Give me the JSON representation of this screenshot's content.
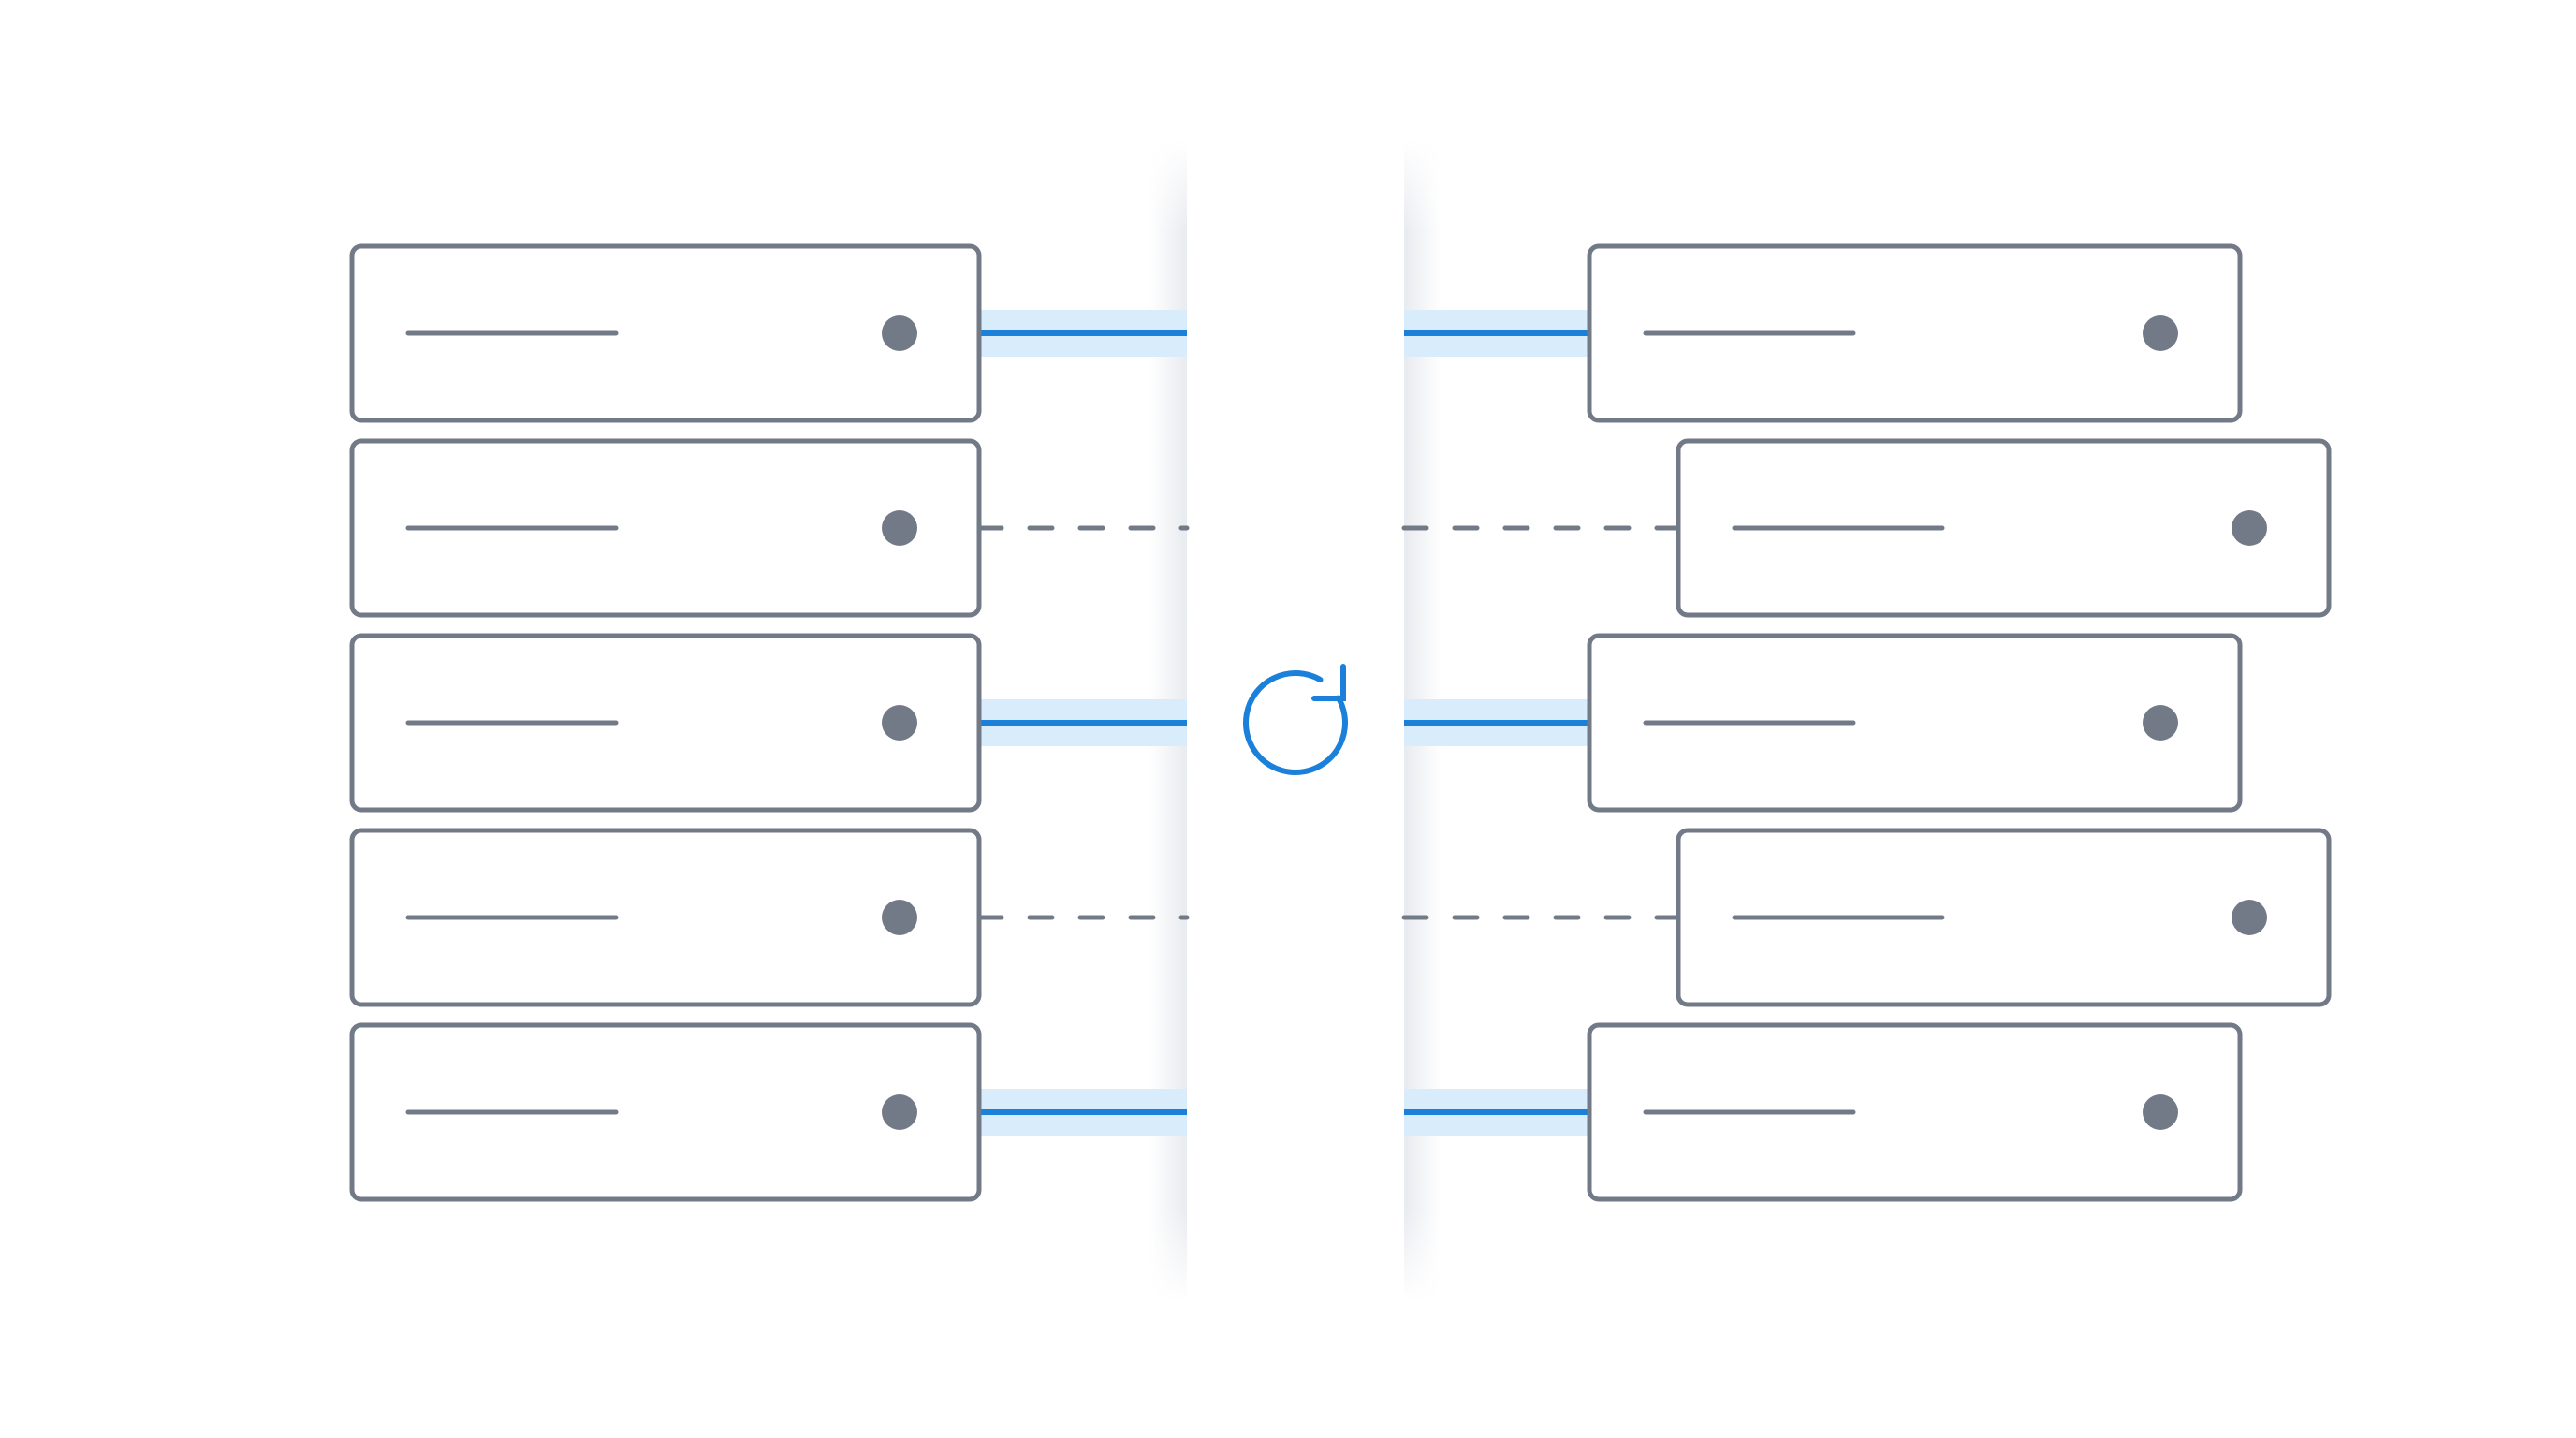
{
  "colors": {
    "background": "#ffffff",
    "record_outline": "#737a87",
    "record_fill": "#ffffff",
    "marker": "#737a87",
    "sync_link": "#1a80d9",
    "sync_link_halo": "#d8ecfc",
    "pending_link": "#737a87",
    "sync_icon": "#1a80d9",
    "divider_shadow": "#e7e9ee"
  },
  "center": {
    "icon": "sync-refresh-icon"
  },
  "left_panel": {
    "rows": [
      {
        "status": "synced"
      },
      {
        "status": "pending"
      },
      {
        "status": "synced"
      },
      {
        "status": "pending"
      },
      {
        "status": "synced"
      }
    ]
  },
  "right_panel": {
    "rows": [
      {
        "status": "synced"
      },
      {
        "status": "pending"
      },
      {
        "status": "synced"
      },
      {
        "status": "pending"
      },
      {
        "status": "synced"
      }
    ]
  }
}
